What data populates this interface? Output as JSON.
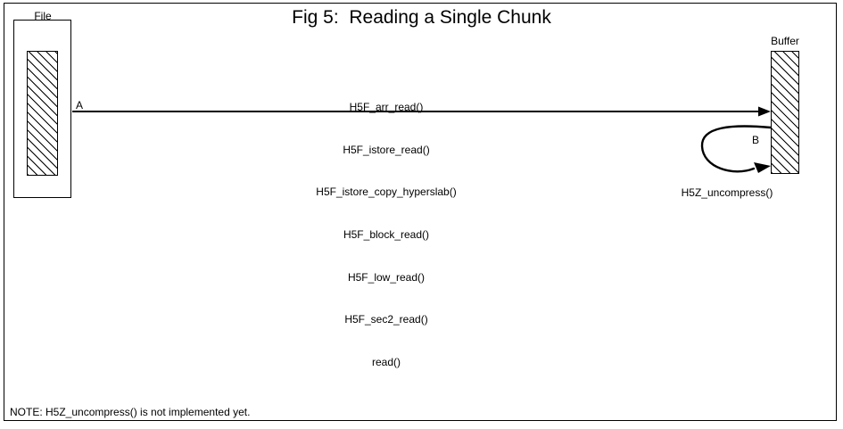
{
  "figure": {
    "title": "Fig 5:  Reading a Single Chunk",
    "note": "NOTE: H5Z_uncompress() is not implemented yet.",
    "colors": {
      "stroke": "#000000",
      "background": "#ffffff",
      "hatch": "#000000"
    }
  },
  "source": {
    "label": "File",
    "chunk_name": "file-chunk-hatched"
  },
  "destination": {
    "label": "Buffer",
    "buffer_name": "buffer-hatched"
  },
  "edges": {
    "read_arrow": {
      "label": "A",
      "from": "File",
      "to": "Buffer",
      "calls": [
        "H5F_arr_read()",
        "H5F_istore_read()",
        "H5F_istore_copy_hyperslab()",
        "H5F_block_read()",
        "H5F_low_read()",
        "H5F_sec2_read()",
        "read()"
      ]
    },
    "loop_arrow": {
      "label": "B",
      "from": "Buffer",
      "to": "Buffer",
      "calls": [
        "H5Z_uncompress()"
      ],
      "caption": "H5Z_uncompress()"
    }
  }
}
